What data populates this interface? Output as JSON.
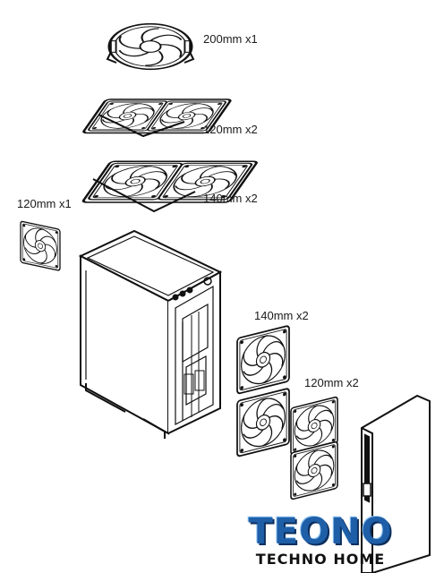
{
  "labels": {
    "fan_top_200": "200mm x1",
    "fan_top_120": "120mm x2",
    "fan_top_140": "140mm x2",
    "fan_rear_120": "120mm x1",
    "fan_front_140": "140mm x2",
    "fan_front_120": "120mm x2"
  },
  "logo": {
    "word": "TEONO",
    "sub": "TECHNO HOME",
    "color_primary": "#1f5fa8",
    "color_dark": "#0d2f5e"
  },
  "icons": {
    "fan": "fan-icon",
    "case": "pc-case-icon",
    "panel": "front-panel-icon"
  }
}
